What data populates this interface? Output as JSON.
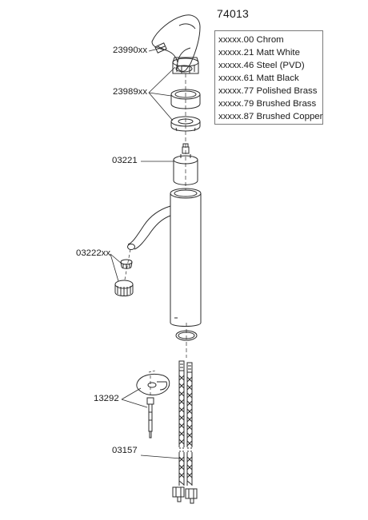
{
  "model_number": "74013",
  "finishes": [
    "xxxxx.00 Chrom",
    "xxxxx.21 Matt White",
    "xxxxx.46 Steel (PVD)",
    "xxxxx.61 Matt Black",
    "xxxxx.77 Polished Brass",
    "xxxxx.79 Brushed Brass",
    "xxxxx.87 Brushed Copper"
  ],
  "parts": {
    "handle_screw": "23990xx",
    "cartridge_set": "23989xx",
    "cartridge": "03221",
    "aerator": "03222xx",
    "mounting_kit": "13292",
    "hoses": "03157"
  }
}
